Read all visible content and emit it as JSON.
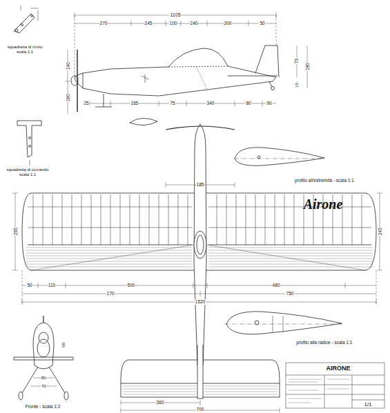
{
  "diagram": {
    "labels": [
      "squadretta di rinvio scala 1:1",
      "squadretta di comando scala 1:1",
      "profilo all'estremità - scala 1:1",
      "profilo alla radice - scala 1:1",
      "Fronte - scala 1:2",
      "Airone",
      "AIRONE",
      "1/1",
      "1105",
      "270",
      "245",
      "100",
      "240",
      "300",
      "50",
      "25",
      "165",
      "75",
      "340",
      "80",
      "90",
      "140",
      "160",
      "180",
      "70",
      "15",
      "185",
      "295",
      "245",
      "50",
      "110",
      "500",
      "480",
      "170",
      "750",
      "1520",
      "360",
      "700",
      "80",
      "70",
      "50"
    ]
  }
}
